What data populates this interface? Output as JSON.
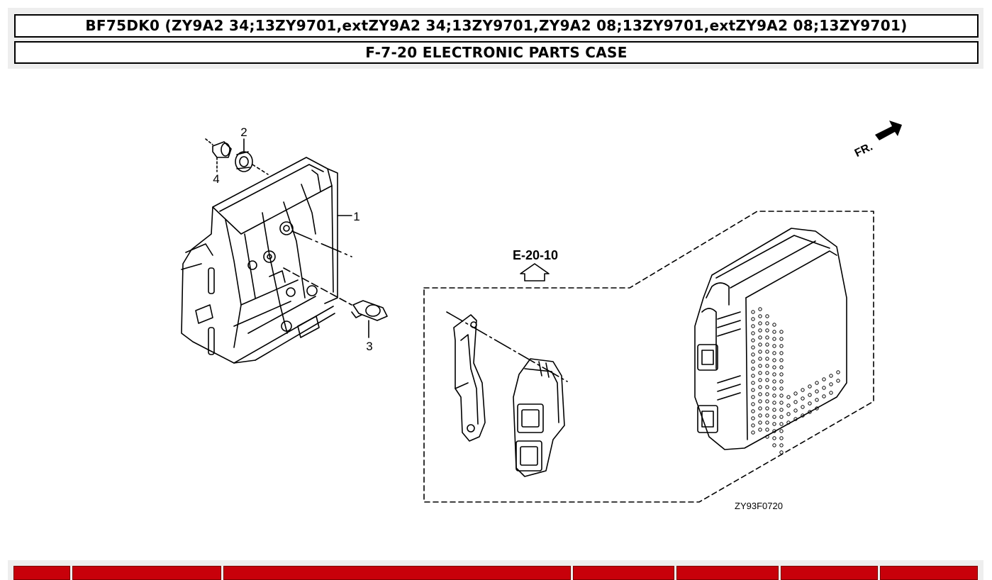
{
  "header": {
    "model_line": "BF75DK0 (ZY9A2 34;13ZY9701,extZY9A2 34;13ZY9701,ZY9A2 08;13ZY9701,extZY9A2 08;13ZY9701)",
    "section_title": "F-7-20 ELECTRONIC PARTS CASE"
  },
  "diagram": {
    "callouts": [
      "1",
      "2",
      "3",
      "4"
    ],
    "reference_label": "E-20-10",
    "front_label": "FR.",
    "figure_code": "ZY93F0720"
  },
  "colors": {
    "table_header": "#c8000a",
    "header_band": "#eeeeee"
  }
}
